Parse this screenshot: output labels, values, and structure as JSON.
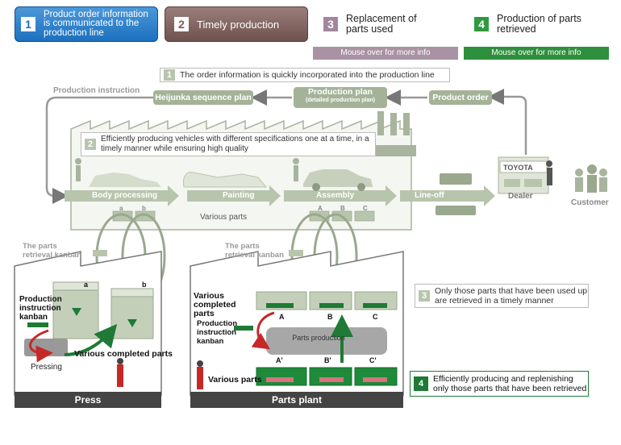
{
  "tabs": [
    {
      "num": "1",
      "label": "Product order information is communicated to the production line"
    },
    {
      "num": "2",
      "label": "Timely production"
    },
    {
      "num": "3",
      "label": "Replacement of parts used"
    },
    {
      "num": "4",
      "label": "Production of parts retrieved"
    }
  ],
  "mouseover": {
    "tab3": "Mouse over for more info",
    "tab4": "Mouse over for more info"
  },
  "notes": {
    "n1": {
      "num": "1",
      "text": "The order information is quickly incorporated into the production line"
    },
    "n2": {
      "num": "2",
      "text": "Efficiently producing vehicles with different specifications one at a time, in a timely manner while ensuring high quality"
    },
    "n3": {
      "num": "3",
      "text": "Only those parts that have been used up are retrieved in a timely manner"
    },
    "n4": {
      "num": "4",
      "text": "Efficiently producing and replenishing only those parts that have been retrieved"
    }
  },
  "flow": {
    "production_instruction": "Production instruction",
    "heijunka": "Heijunka sequence plan",
    "production_plan": "Production plan",
    "production_plan_sub": "(detailed production plan)",
    "product_order": "Product order",
    "toyota": "TOYOTA",
    "dealer": "Dealer",
    "customer": "Customer",
    "body_processing": "Body processing",
    "painting": "Painting",
    "assembly": "Assembly",
    "line_off": "Line-off",
    "various_parts": "Various parts"
  },
  "factory_letters": {
    "a": "a",
    "b": "b",
    "A": "A",
    "B": "B",
    "C": "C"
  },
  "kanban": {
    "left": "The parts retrieval kanban",
    "right": "The parts retrieval kanban"
  },
  "press": {
    "title": "Press",
    "instruction": "Production instruction kanban",
    "completed": "Various completed parts",
    "pressing": "Pressing",
    "a": "a",
    "b": "b"
  },
  "plant": {
    "title": "Parts plant",
    "completed": "Various completed parts",
    "instruction": "Production instruction kanban",
    "parts_production": "Parts production",
    "various_parts": "Various parts",
    "A": "A",
    "B": "B",
    "C": "C",
    "A2": "A'",
    "B2": "B'",
    "C2": "C'"
  },
  "colors": {
    "tab1": "#1b6fbd",
    "tab2": "#6f514d",
    "tab3": "#a892a4",
    "tab4": "#2e8f3d",
    "diagram_green": "#b8c5ad",
    "red_arrow": "#c62828",
    "green_arrow": "#1e7a34"
  }
}
